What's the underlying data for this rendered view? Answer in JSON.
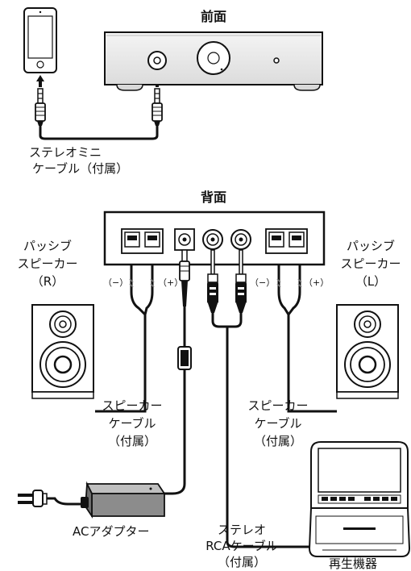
{
  "front": {
    "title": "前面",
    "cable": {
      "line1": "ステレオミニ",
      "line2": "ケーブル（付属）"
    }
  },
  "back": {
    "title": "背面",
    "speaker_r": {
      "line1": "パッシブ",
      "line2": "スピーカー",
      "line3": "（R）"
    },
    "speaker_l": {
      "line1": "パッシブ",
      "line2": "スピーカー",
      "line3": "（L）"
    },
    "polarity": {
      "minus": "（−）",
      "plus": "（+）"
    },
    "cable_r": {
      "line1": "スピーカー",
      "line2": "ケーブル",
      "line3": "（付属）"
    },
    "cable_l": {
      "line1": "スピーカー",
      "line2": "ケーブル",
      "line3": "（付属）"
    },
    "ac_adapter": "ACアダプター",
    "rca": {
      "line1": "ステレオ",
      "line2": "RCAケーブル",
      "line3": "（付属）"
    },
    "player": "再生機器"
  }
}
